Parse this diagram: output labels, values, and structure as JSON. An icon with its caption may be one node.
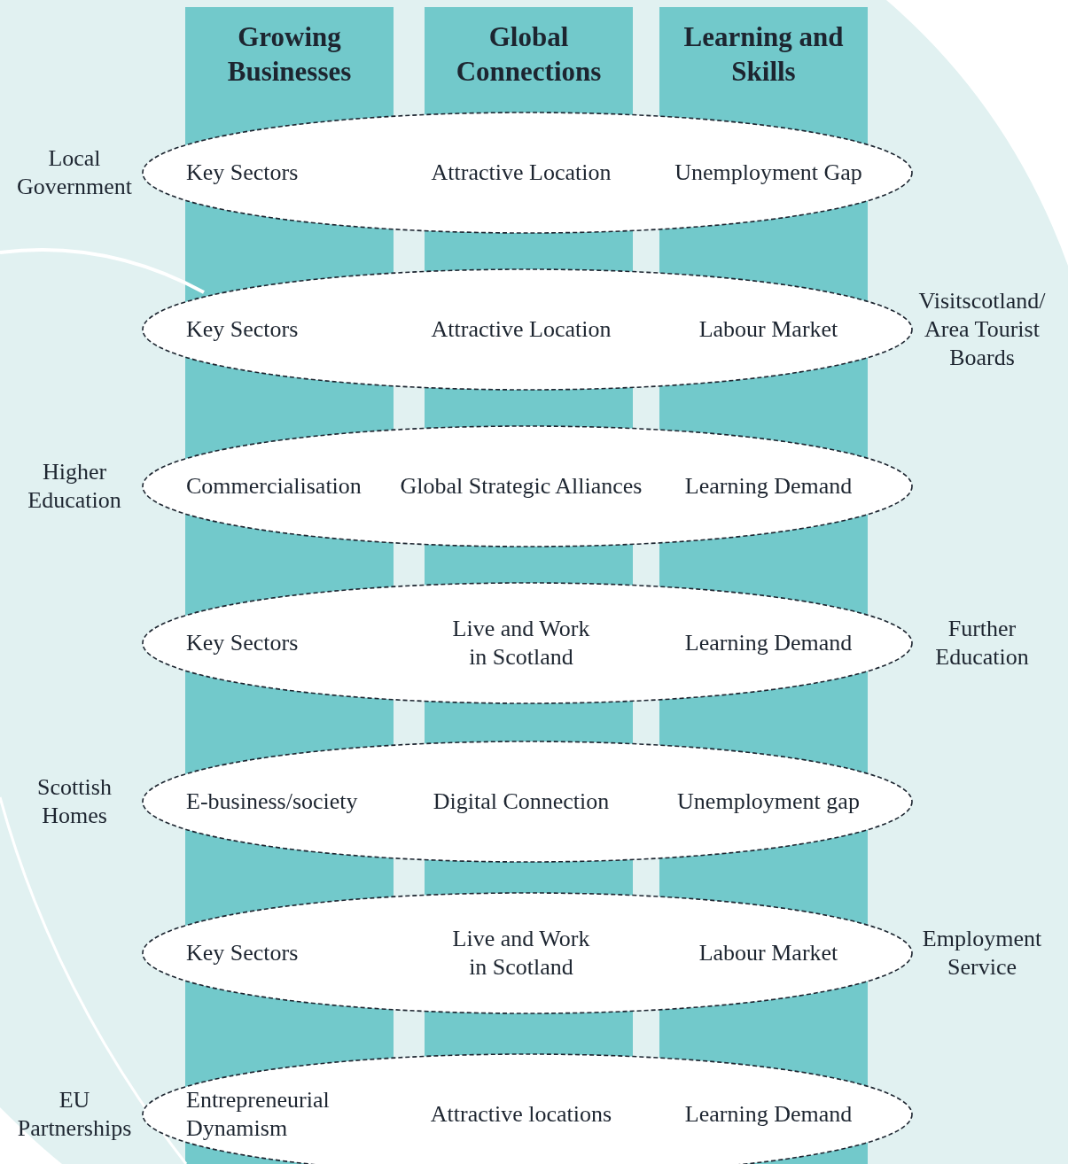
{
  "diagram": {
    "nodes": [
      {
        "text": [
          "Growing Businesses"
        ]
      },
      {
        "text": [
          "Global Connections"
        ]
      },
      {
        "text": [
          "Learning and Skills"
        ]
      },
      {
        "text": [
          "Key Sectors",
          "Attractive Location",
          "Unemployment Gap"
        ],
        "beside": [
          "Local Government"
        ]
      },
      {
        "text": [
          "Key Sectors",
          "Attractive Location",
          "Labour Market"
        ],
        "beside": [
          "Visitscotland/ Area Tourist Boards"
        ]
      },
      {
        "text": [
          "Commercialisation",
          "Global Strategic Alliances",
          "Learning Demand"
        ],
        "beside": [
          "Higher Education"
        ]
      },
      {
        "text": [
          "Key Sectors",
          "Live and Work in Scotland",
          "Learning Demand"
        ],
        "beside": [
          "Further Education"
        ]
      },
      {
        "text": [
          "E-business/society",
          "Digital Connection",
          "Unemployment gap"
        ],
        "beside": [
          "Scottish Homes"
        ]
      },
      {
        "text": [
          "Key Sectors",
          "Live and Work in Scotland",
          "Labour Market"
        ],
        "beside": [
          "Employment Service"
        ]
      },
      {
        "text": [
          "Entrepreneurial Dynamism",
          "Attractive locations",
          "Learning Demand"
        ],
        "beside": [
          "EU Partnerships"
        ]
      }
    ],
    "edges": []
  }
}
